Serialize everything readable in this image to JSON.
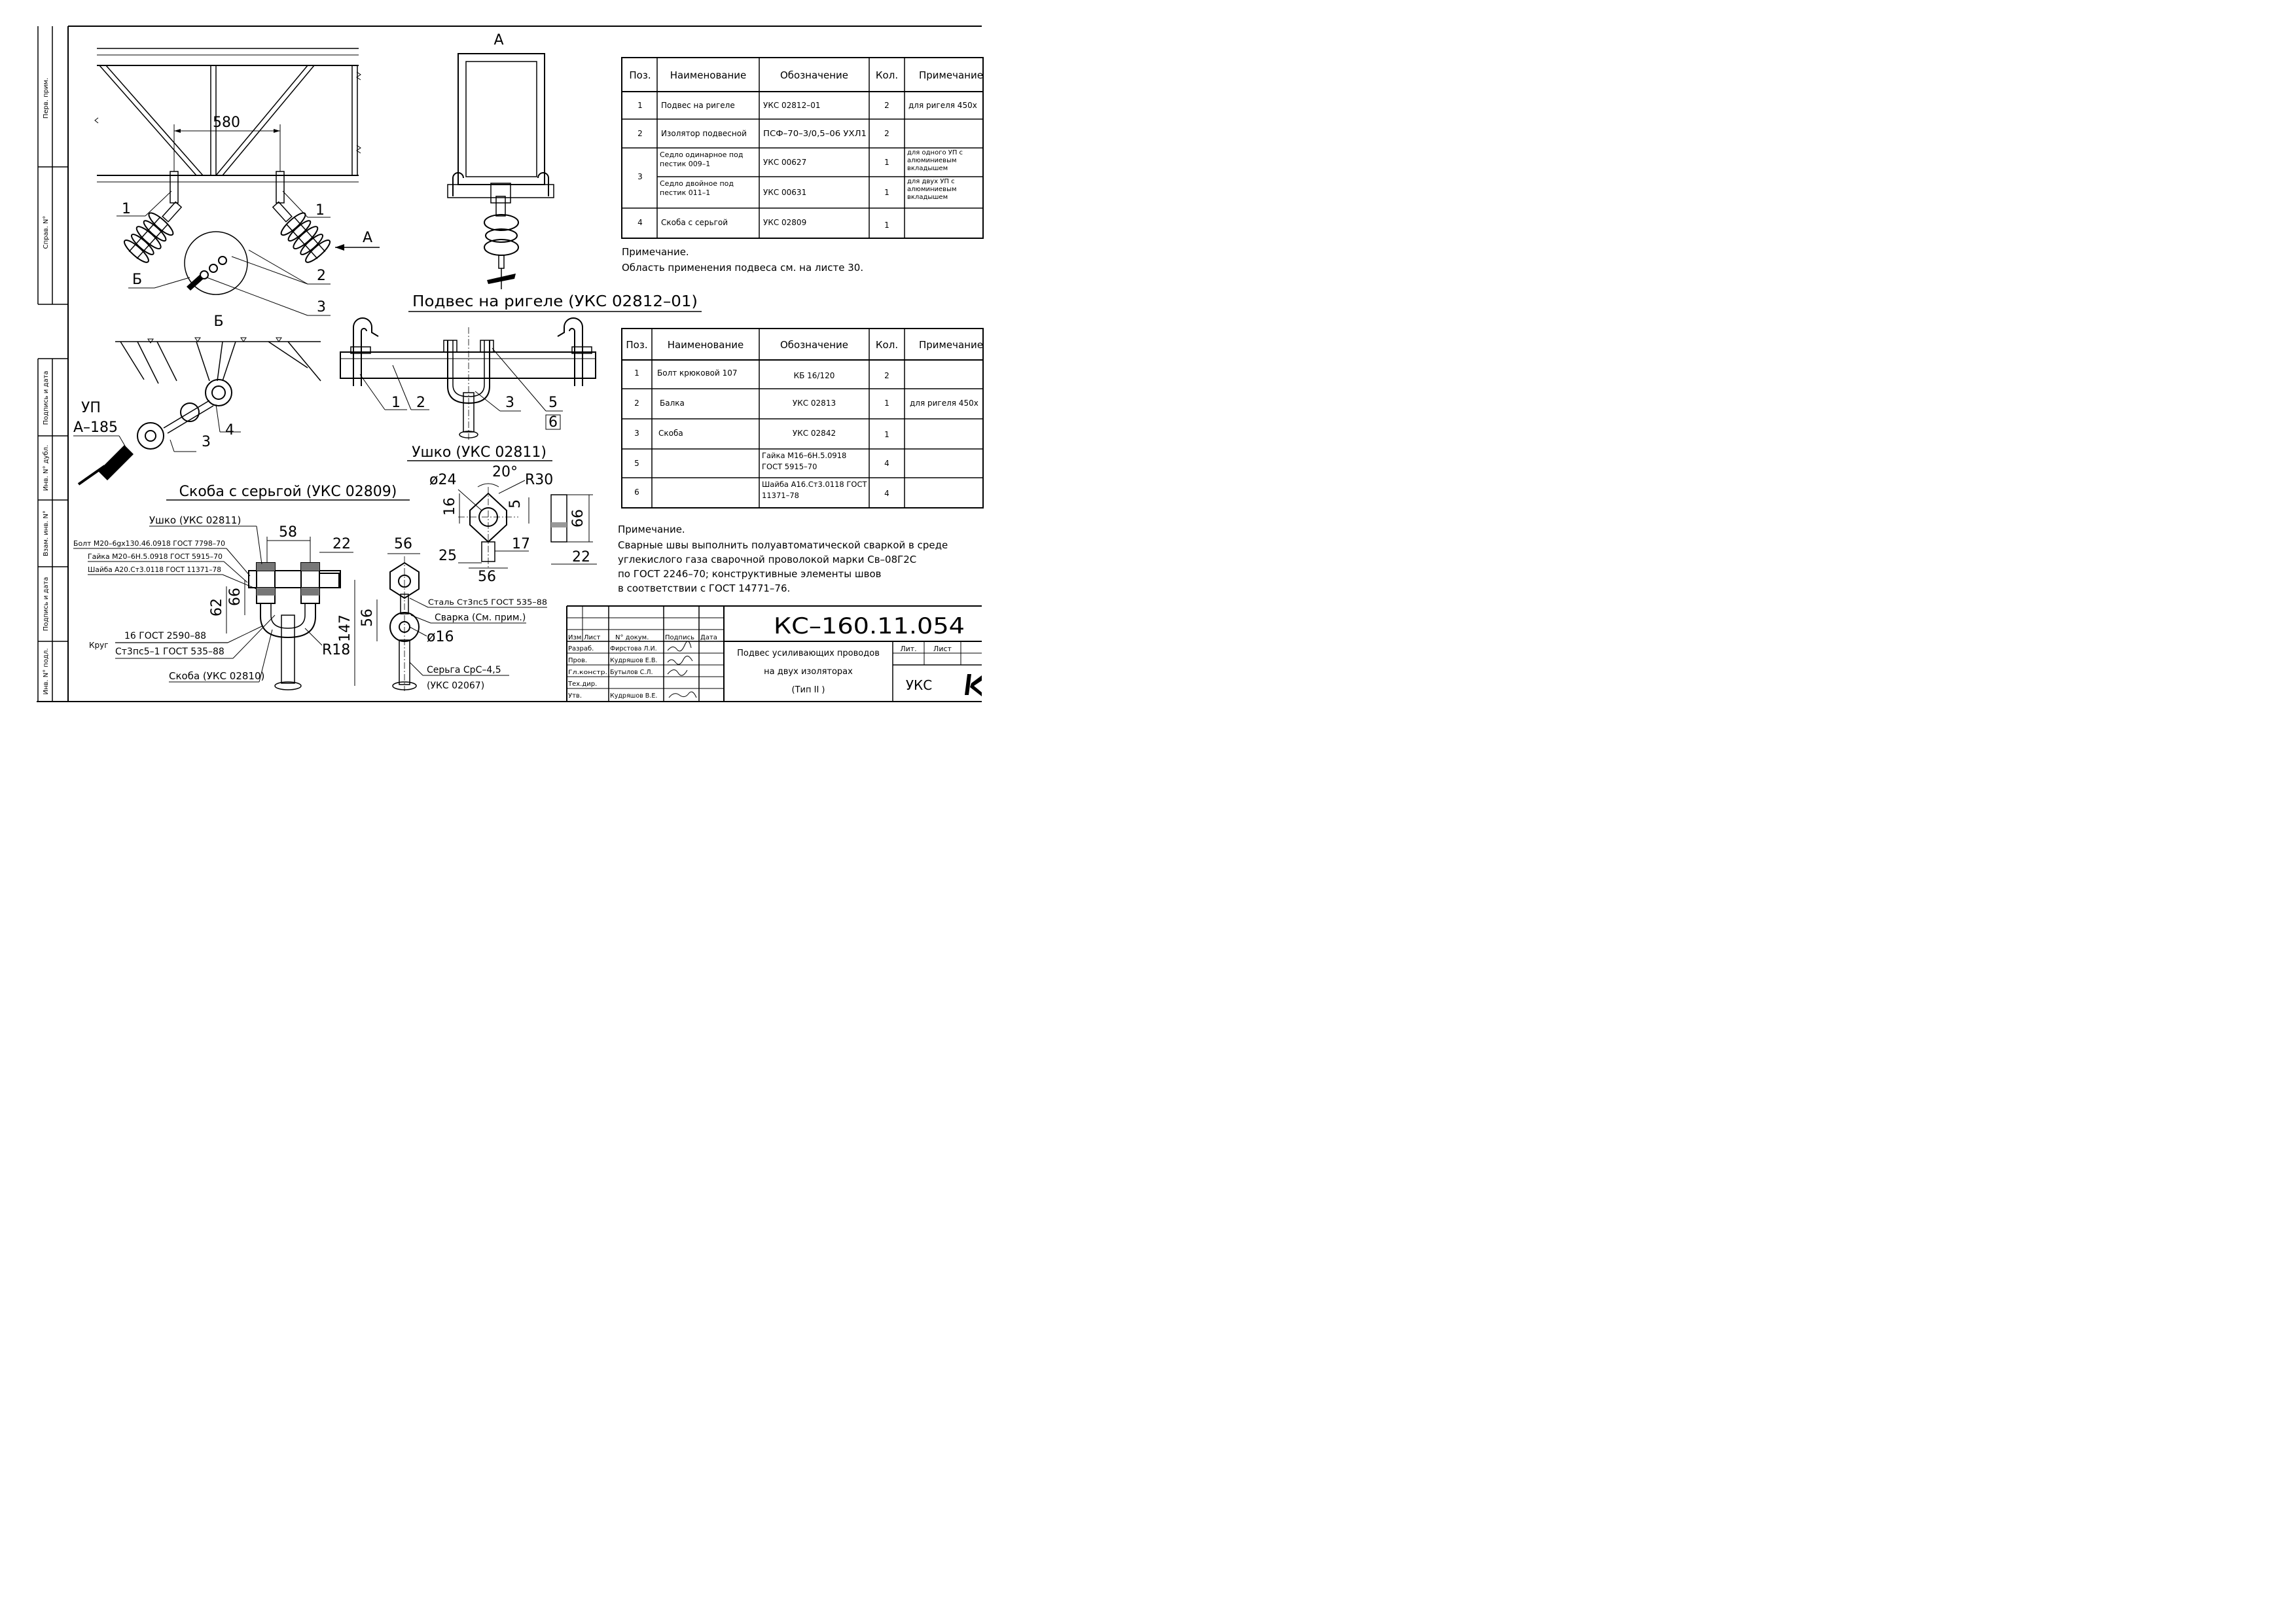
{
  "title_block": {
    "doc_code": "КС–160.11.054",
    "name_lines": [
      "Подвес усиливающих проводов",
      "на двух изоляторах",
      "(Тип II )"
    ],
    "org": "УКС",
    "head_labels": [
      "Изм",
      "Лист",
      "N° докум.",
      "Подпись",
      "Дата"
    ],
    "lit_label": "Лит.",
    "sheet_label": "Лист",
    "roles": [
      {
        "role": "Разраб.",
        "person": "Фирстова Л.И."
      },
      {
        "role": "Пров.",
        "person": "Кудряшов Е.В."
      },
      {
        "role": "Гл.констр.",
        "person": "Бутылов С.Л."
      },
      {
        "role": "Тех.дир.",
        "person": ""
      },
      {
        "role": "Утв.",
        "person": "Кудряшов В.Е."
      }
    ]
  },
  "side_stamps": [
    "Перв. прим.",
    "Справ. N°",
    "Подпись и дата",
    "Инв. N° дубл.",
    "Взам. инв. N°",
    "Подпись и дата",
    "Инв. N° подл."
  ],
  "table1": {
    "headers": [
      "Поз.",
      "Наименование",
      "Обозначение",
      "Кол.",
      "Примечание"
    ],
    "rows": [
      {
        "pos": "1",
        "name": "Подвес на ригеле",
        "code": "УКС 02812–01",
        "qty": "2",
        "note": "для ригеля 450х"
      },
      {
        "pos": "2",
        "name": "Изолятор подвесной",
        "code": "ПСФ–70–3/0,5–06 УХЛ1",
        "qty": "2",
        "note": ""
      },
      {
        "pos": "3",
        "name": "Седло одинарное под пестик 009–1",
        "code": "УКС 00627",
        "qty": "1",
        "note": "для одного УП с алюминиевым вкладышем"
      },
      {
        "pos": "",
        "name": "Седло двойное под пестик 011–1",
        "code": "УКС 00631",
        "qty": "1",
        "note": "для двух УП с алюминиевым вкладышем"
      },
      {
        "pos": "4",
        "name": "Скоба с серьгой",
        "code": "УКС 02809",
        "qty": "1",
        "note": ""
      }
    ],
    "note_title": "Примечание.",
    "note_text": "Область применения подвеса см. на листе 30."
  },
  "table2": {
    "headers": [
      "Поз.",
      "Наименование",
      "Обозначение",
      "Кол.",
      "Примечание"
    ],
    "rows": [
      {
        "pos": "1",
        "name": "Болт крюковой 107",
        "code": "КБ 16/120",
        "qty": "2",
        "note": ""
      },
      {
        "pos": "2",
        "name": "Балка",
        "code": "УКС 02813",
        "qty": "1",
        "note": "для ригеля 450х"
      },
      {
        "pos": "3",
        "name": "Скоба",
        "code": "УКС 02842",
        "qty": "1",
        "note": ""
      },
      {
        "pos": "5",
        "name": "",
        "code": "Гайка М16–6Н.5.0918 ГОСТ 5915–70",
        "qty": "4",
        "note": ""
      },
      {
        "pos": "6",
        "name": "",
        "code": "Шайба А16.Ст3.0118 ГОСТ 11371–78",
        "qty": "4",
        "note": ""
      }
    ]
  },
  "note2": {
    "title": "Примечание.",
    "lines": [
      "Сварные швы выполнить полуавтоматической сваркой в среде",
      "углекислого газа сварочной проволокой марки Св–08Г2С",
      "по ГОСТ 2246–70; конструктивные элементы швов",
      "в соответствии с ГОСТ 14771–76."
    ]
  },
  "views": {
    "view_a_label": "А",
    "arrow_a_label": "А",
    "b_label": "Б",
    "b_detail_label": "Б",
    "dim_580": "580",
    "callouts_main": [
      "1",
      "1",
      "2",
      "3"
    ],
    "podves_title": "Подвес на ригеле (УКС 02812–01)",
    "podves_callouts": [
      "1",
      "2",
      "3",
      "5",
      "6"
    ],
    "ushko_title": "Ушко (УКС 02811)",
    "skoba_title": "Скоба с серьгой (УКС 02809)",
    "up_label": "УП",
    "a185_label": "А–185",
    "b_callouts": [
      "3",
      "4"
    ],
    "ushko_dims": {
      "d24": "ø24",
      "a20": "20°",
      "r30": "R30",
      "d16": "16",
      "d5": "5",
      "d25": "25",
      "d17": "17",
      "d56": "56",
      "d66": "66",
      "d22": "22"
    },
    "skoba_dims": {
      "d58": "58",
      "d22": "22",
      "d66": "66",
      "d62": "62",
      "d147": "147",
      "r18": "R18",
      "d56a": "56",
      "d56b": "56",
      "d16": "ø16"
    },
    "skoba_notes": {
      "ushko_ref": "Ушко (УКС 02811)",
      "bolt": "Болт М20–6gх130.46.0918 ГОСТ 7798–70",
      "nut": "Гайка М20–6Н.5.0918 ГОСТ 5915–70",
      "washer": "Шайба А20.Ст3.0118 ГОСТ 11371–78",
      "krug": "Круг",
      "krug_line1": "16 ГОСТ 2590–88",
      "krug_line2": "Ст3пс5–1 ГОСТ 535–88",
      "skoba_ref": "Скоба (УКС 02810)",
      "steel": "Сталь Ст3пс5 ГОСТ 535–88",
      "weld": "Сварка (См. прим.)",
      "serga": "Серьга СрС–4,5",
      "serga_code": "(УКС 02067)"
    }
  }
}
